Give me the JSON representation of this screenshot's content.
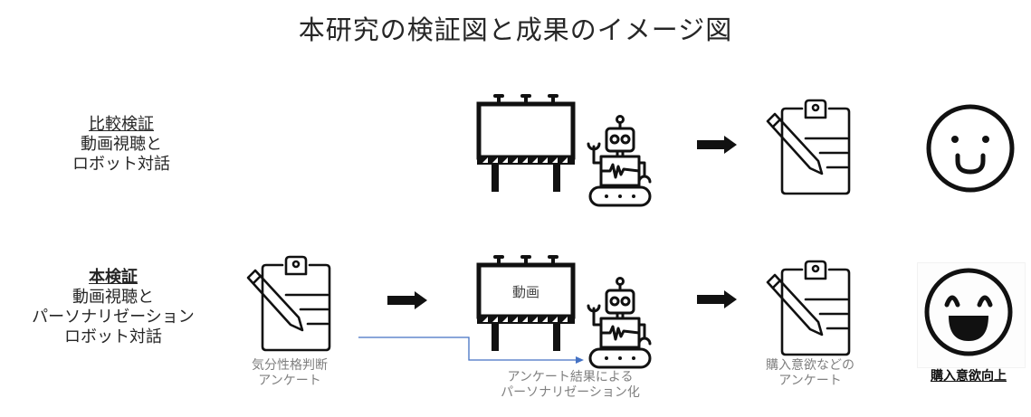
{
  "title": "本研究の検証図と成果のイメージ図",
  "colors": {
    "connector": "#4472c4",
    "caption": "#7f7f7f",
    "icon": "#111111"
  },
  "rows": [
    {
      "label": {
        "heading": "比較検証",
        "line1": "動画視聴と",
        "line2": "ロボット対話"
      },
      "steps": [
        {
          "icon": "billboard-icon",
          "screen_text": ""
        },
        {
          "icon": "robot-icon"
        },
        {
          "icon": "arrow-right-icon"
        },
        {
          "icon": "clipboard-pencil-icon"
        },
        {
          "icon": "smiley-face-icon"
        }
      ]
    },
    {
      "label": {
        "heading": "本検証",
        "line1": "動画視聴と",
        "line2": "パーソナリゼーション",
        "line3": "ロボット対話"
      },
      "steps": [
        {
          "icon": "clipboard-pencil-icon",
          "caption_line1": "気分性格判断",
          "caption_line2": "アンケート"
        },
        {
          "icon": "arrow-right-icon"
        },
        {
          "icon": "billboard-icon",
          "screen_text": "動画"
        },
        {
          "icon": "robot-icon",
          "caption_line1": "アンケート結果による",
          "caption_line2": "パーソナリゼーション化"
        },
        {
          "icon": "arrow-right-icon"
        },
        {
          "icon": "clipboard-pencil-icon",
          "caption_line1": "購入意欲などの",
          "caption_line2": "アンケート"
        },
        {
          "icon": "laughing-face-icon",
          "result_label": "購入意欲向上"
        }
      ]
    }
  ]
}
